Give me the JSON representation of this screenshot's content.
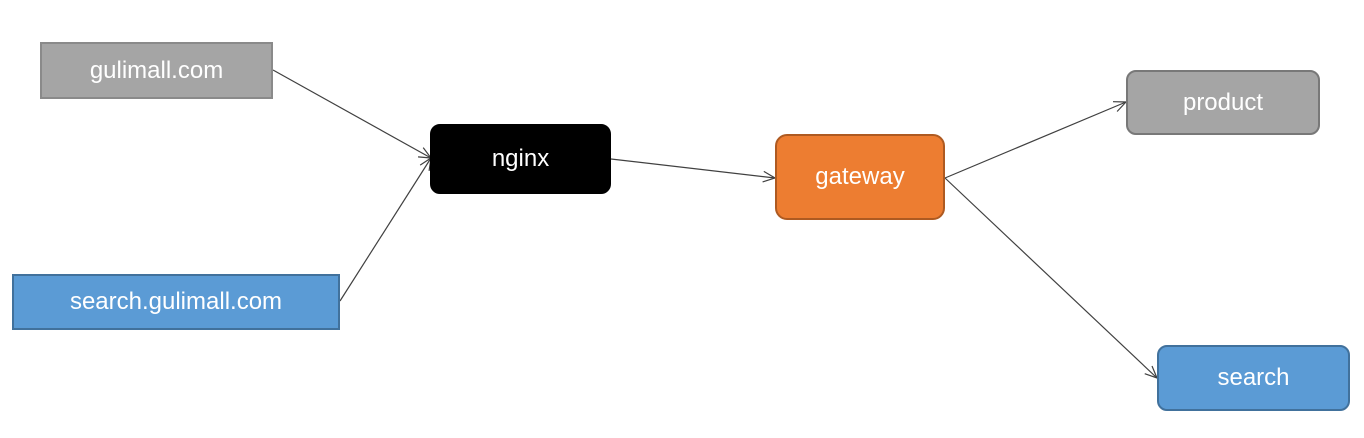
{
  "nodes": {
    "gulimall_com": {
      "label": "gulimall.com",
      "fill": "#a5a5a5",
      "border": "#8a8a8a"
    },
    "search_gulimall_com": {
      "label": "search.gulimall.com",
      "fill": "#5b9bd5",
      "border": "#41719c"
    },
    "nginx": {
      "label": "nginx",
      "fill": "#000000",
      "border": "#000000"
    },
    "gateway": {
      "label": "gateway",
      "fill": "#ed7d31",
      "border": "#ae5a21"
    },
    "product": {
      "label": "product",
      "fill": "#a5a5a5",
      "border": "#787878"
    },
    "search": {
      "label": "search",
      "fill": "#5b9bd5",
      "border": "#41719c"
    }
  },
  "edges": [
    {
      "from": "gulimall_com",
      "to": "nginx"
    },
    {
      "from": "search_gulimall_com",
      "to": "nginx"
    },
    {
      "from": "nginx",
      "to": "gateway"
    },
    {
      "from": "gateway",
      "to": "product"
    },
    {
      "from": "gateway",
      "to": "search"
    }
  ],
  "colors": {
    "edge": "#404040"
  }
}
